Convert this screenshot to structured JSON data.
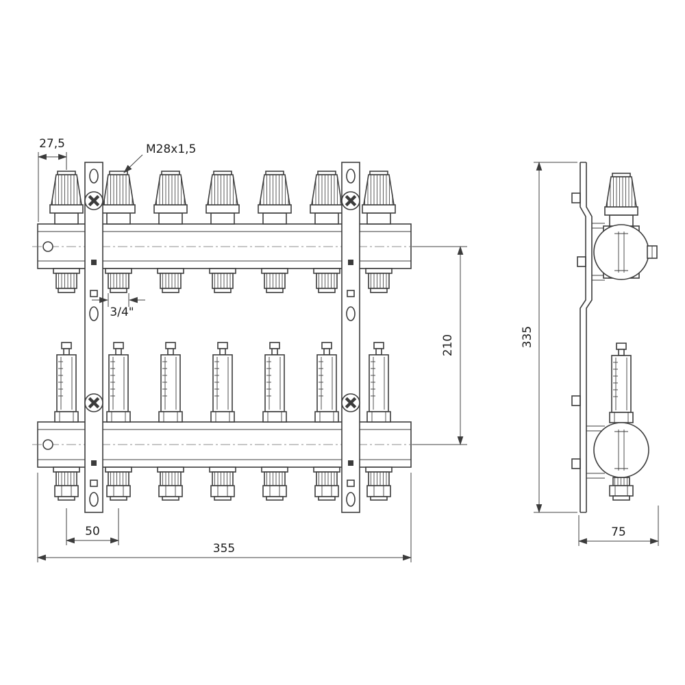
{
  "page": {
    "background": "#ffffff",
    "line_color": "#3b3b3b"
  },
  "drawing": {
    "labels": {
      "offset_27_5": "27,5",
      "thread_m28": "M28x1,5",
      "outlet_3_4": "3/4\"",
      "height_210": "210",
      "spacing_50": "50",
      "width_355": "355",
      "height_335": "335",
      "depth_75": "75"
    }
  }
}
